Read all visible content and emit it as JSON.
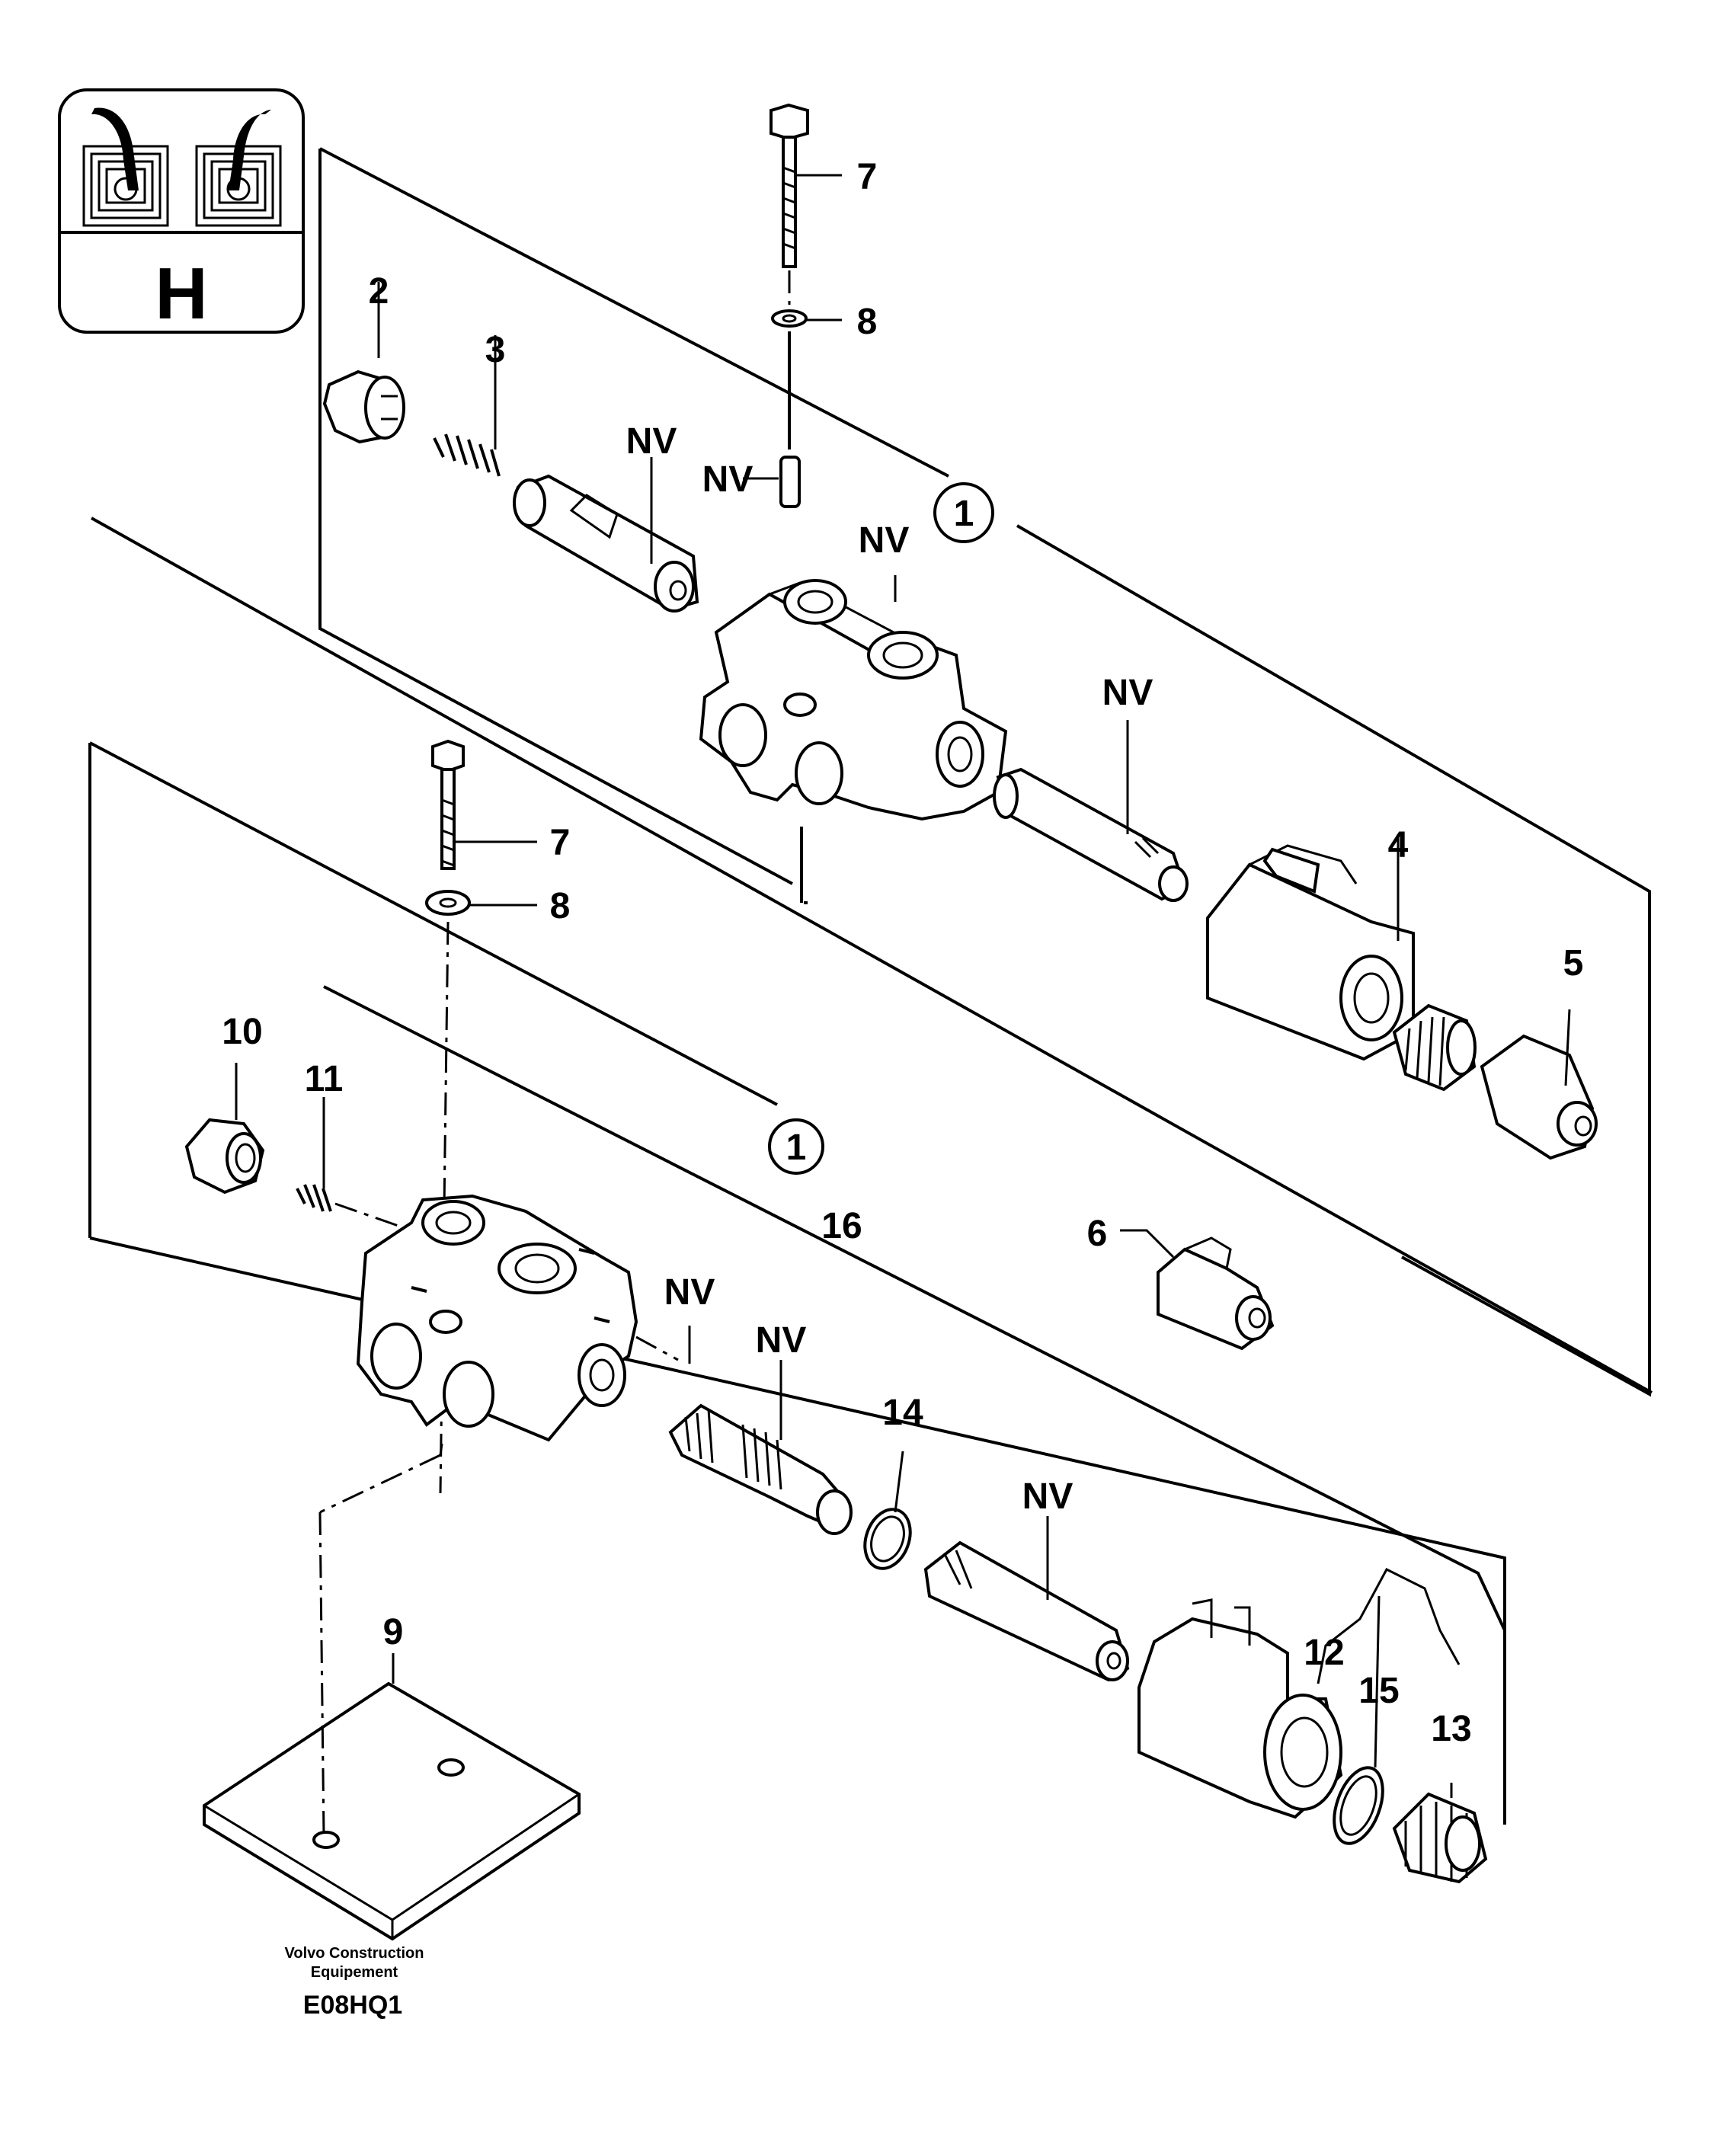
{
  "badge": {
    "letter": "H"
  },
  "labels": {
    "upper": {
      "l2": "2",
      "l3": "3",
      "lnv_spool": "NV",
      "lnv_pin": "NV",
      "l7": "7",
      "l8": "8",
      "l1": "1",
      "lnv_body": "NV",
      "lnv_tube": "NV",
      "l4": "4",
      "l5": "5",
      "l6": "6"
    },
    "lower": {
      "l7": "7",
      "l8": "8",
      "l10": "10",
      "l11": "11",
      "l1": "1",
      "l16": "16",
      "lnv_body": "NV",
      "lnv_spool": "NV",
      "l14": "14",
      "lnv_tube": "NV",
      "l12": "12",
      "l15": "15",
      "l13": "13",
      "l9": "9"
    }
  },
  "footer": {
    "company_line1": "Volvo Construction",
    "company_line2": "Equipement",
    "code": "E08HQ1"
  }
}
